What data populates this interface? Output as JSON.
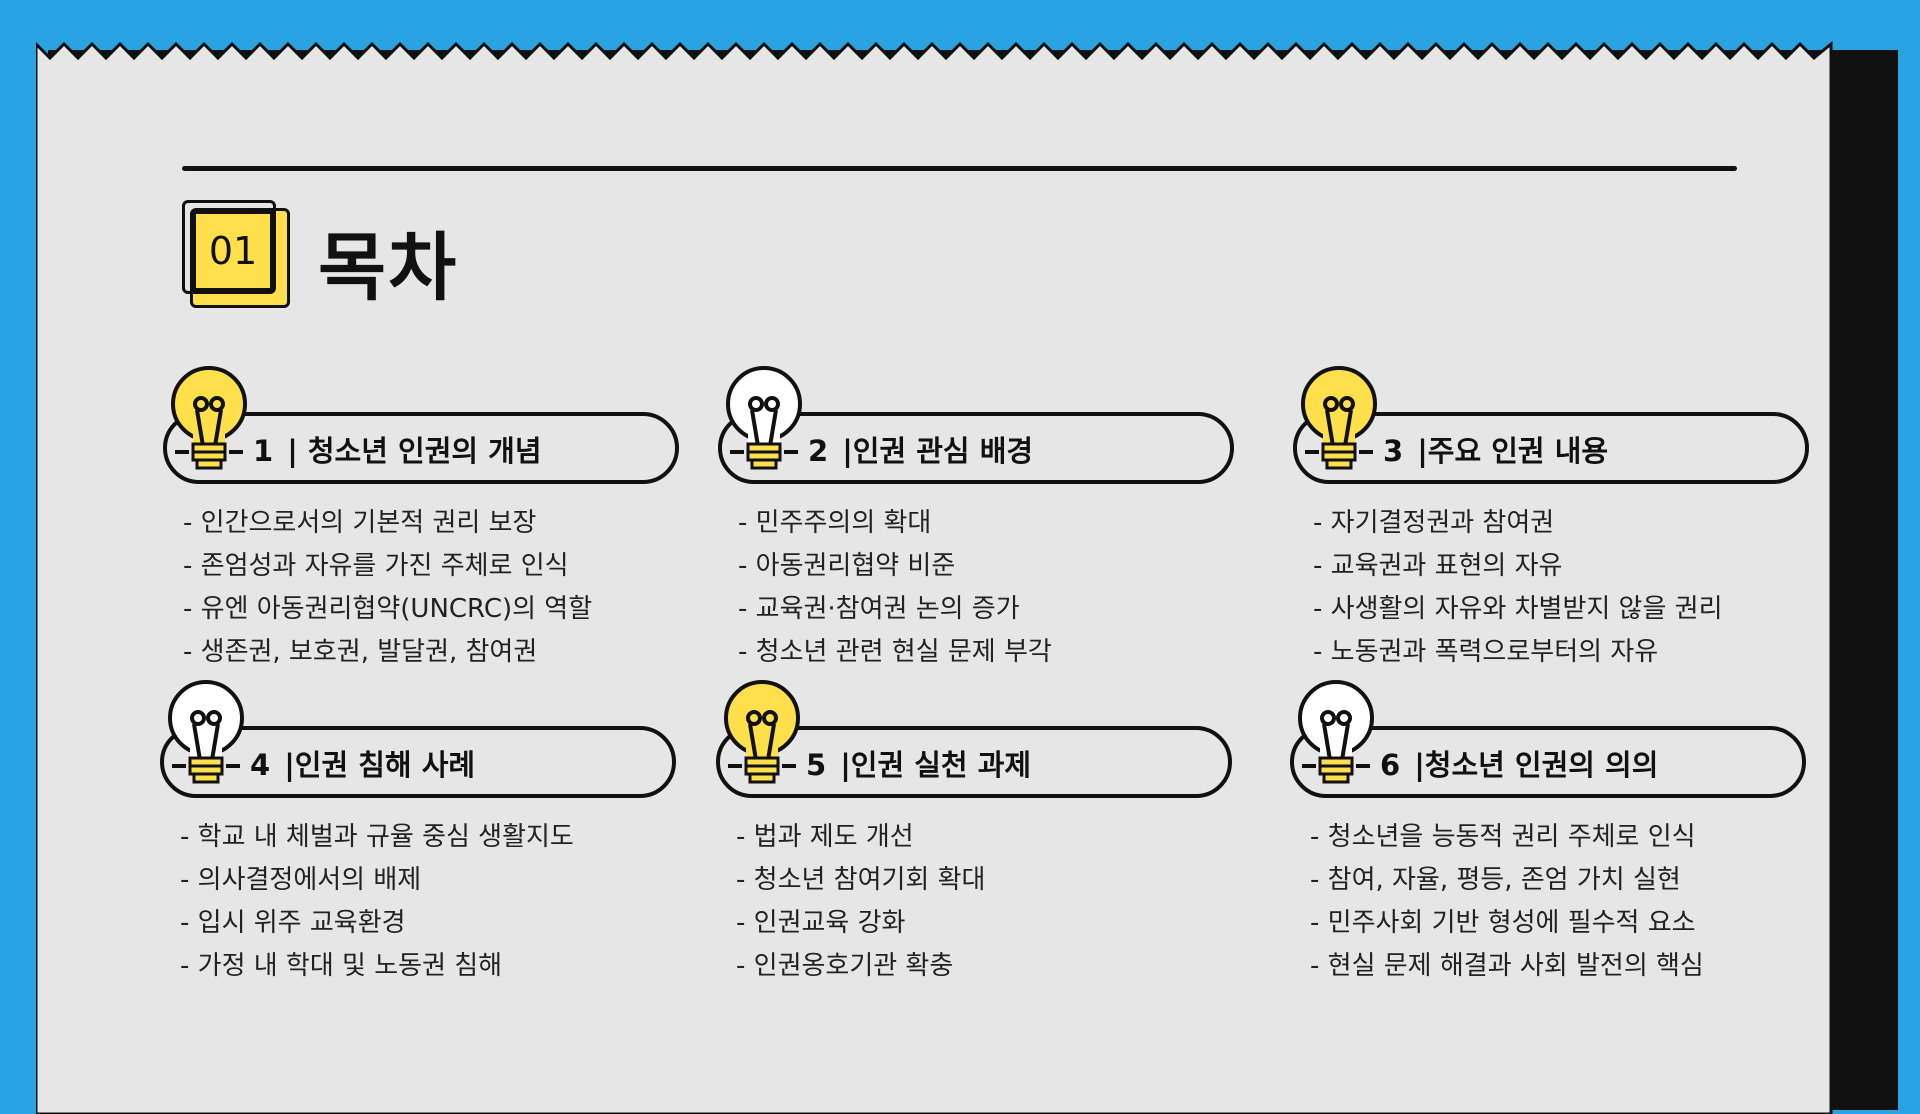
{
  "title": "목차",
  "badge": "01",
  "colors": {
    "background": "#2aa3e2",
    "paper": "#e6e6e6",
    "accent_yellow": "#ffe04b",
    "ink": "#111111"
  },
  "sections": [
    {
      "number": "1",
      "title": "| 청소년 인권의 개념",
      "bulb": "lightbulb-icon-yellow",
      "items": [
        "- 인간으로서의 기본적 권리 보장",
        "- 존엄성과 자유를 가진 주체로 인식",
        "- 유엔 아동권리협약(UNCRC)의 역할",
        "- 생존권, 보호권, 발달권, 참여권"
      ]
    },
    {
      "number": "2",
      "title": "|인권 관심 배경",
      "bulb": "lightbulb-icon-white",
      "items": [
        "- 민주주의의 확대",
        "- 아동권리협약 비준",
        "- 교육권·참여권 논의 증가",
        "- 청소년 관련 현실 문제 부각"
      ]
    },
    {
      "number": "3",
      "title": "|주요 인권 내용",
      "bulb": "lightbulb-icon-yellow",
      "items": [
        "- 자기결정권과 참여권",
        "- 교육권과 표현의 자유",
        "- 사생활의 자유와 차별받지 않을 권리",
        "- 노동권과 폭력으로부터의 자유"
      ]
    },
    {
      "number": "4",
      "title": "|인권 침해 사례",
      "bulb": "lightbulb-icon-white",
      "items": [
        "- 학교 내 체벌과 규율 중심 생활지도",
        "- 의사결정에서의 배제",
        "- 입시 위주 교육환경",
        "- 가정 내 학대 및 노동권 침해"
      ]
    },
    {
      "number": "5",
      "title": "|인권 실천 과제",
      "bulb": "lightbulb-icon-yellow",
      "items": [
        "- 법과 제도 개선",
        "- 청소년 참여기회 확대",
        "- 인권교육 강화",
        "- 인권옹호기관 확충"
      ]
    },
    {
      "number": "6",
      "title": "|청소년 인권의 의의",
      "bulb": "lightbulb-icon-white",
      "items": [
        "- 청소년을 능동적 권리 주체로 인식",
        "- 참여, 자율, 평등, 존엄 가치 실현",
        "- 민주사회 기반 형성에 필수적 요소",
        "- 현실 문제 해결과 사회 발전의 핵심"
      ]
    }
  ]
}
